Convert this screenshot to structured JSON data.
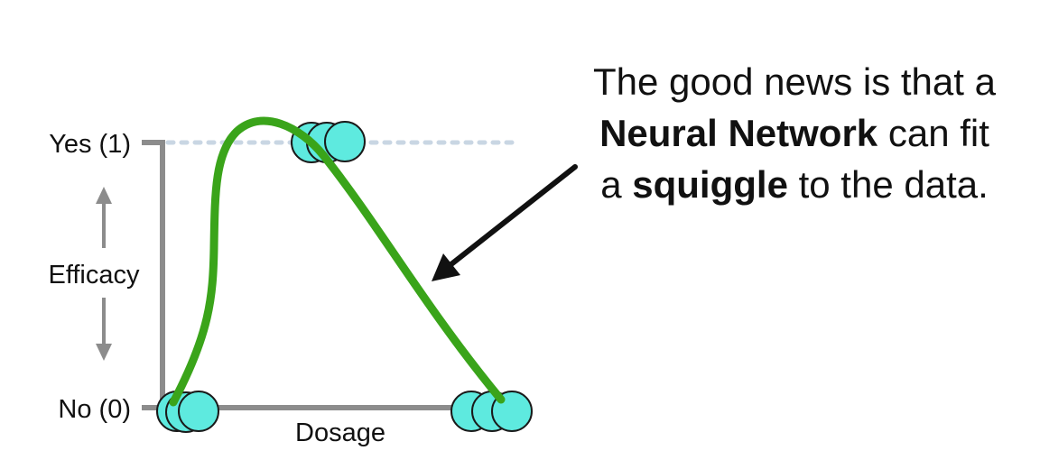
{
  "diagram": {
    "y_axis": {
      "top_label": "Yes (1)",
      "bottom_label": "No (0)",
      "title": "Efficacy"
    },
    "x_axis": {
      "title": "Dosage"
    },
    "colors": {
      "axis": "#8c8c8c",
      "curve": "#3aa41a",
      "point_fill": "#5eeadf",
      "point_stroke": "#1a1a1a",
      "reference_line": "#c9d6e3",
      "arrow": "#111111"
    },
    "data_groups": [
      {
        "name": "low dosage",
        "efficacy": 0,
        "count": 3
      },
      {
        "name": "medium dosage",
        "efficacy": 1,
        "count": 3
      },
      {
        "name": "high dosage",
        "efficacy": 0,
        "count": 3
      }
    ],
    "annotation": {
      "line1": "The good news is that a",
      "line2_bold": "Neural Network",
      "line2_rest": " can fit",
      "line3_start": "a ",
      "line3_bold": "squiggle",
      "line3_rest": " to the data."
    }
  }
}
